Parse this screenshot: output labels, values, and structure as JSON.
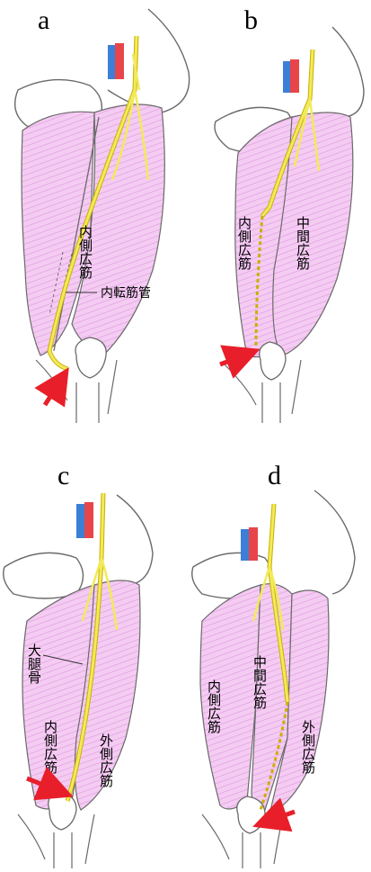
{
  "panels": [
    {
      "letter": "a",
      "labels": {
        "vastus_medialis": "内側広筋",
        "adductor_canal": "内転筋管"
      }
    },
    {
      "letter": "b",
      "labels": {
        "vastus_medialis": "内側広筋",
        "vastus_intermedius": "中間広筋"
      }
    },
    {
      "letter": "c",
      "labels": {
        "femur": "大腿骨",
        "vastus_medialis": "内側広筋",
        "vastus_lateralis": "外側広筋"
      }
    },
    {
      "letter": "d",
      "labels": {
        "vastus_medialis": "内側広筋",
        "vastus_intermedius": "中間広筋",
        "vastus_lateralis": "外側広筋"
      }
    }
  ],
  "colors": {
    "muscle_fill": "#f2c8f0",
    "muscle_stripe": "#e08fe0",
    "nerve": "#f2ea5a",
    "nerve_outline": "#c9b000",
    "artery": "#e8454a",
    "vein": "#3b7fd6",
    "arrow": "#e81f2a",
    "bone_outline": "#6a6a6a"
  }
}
